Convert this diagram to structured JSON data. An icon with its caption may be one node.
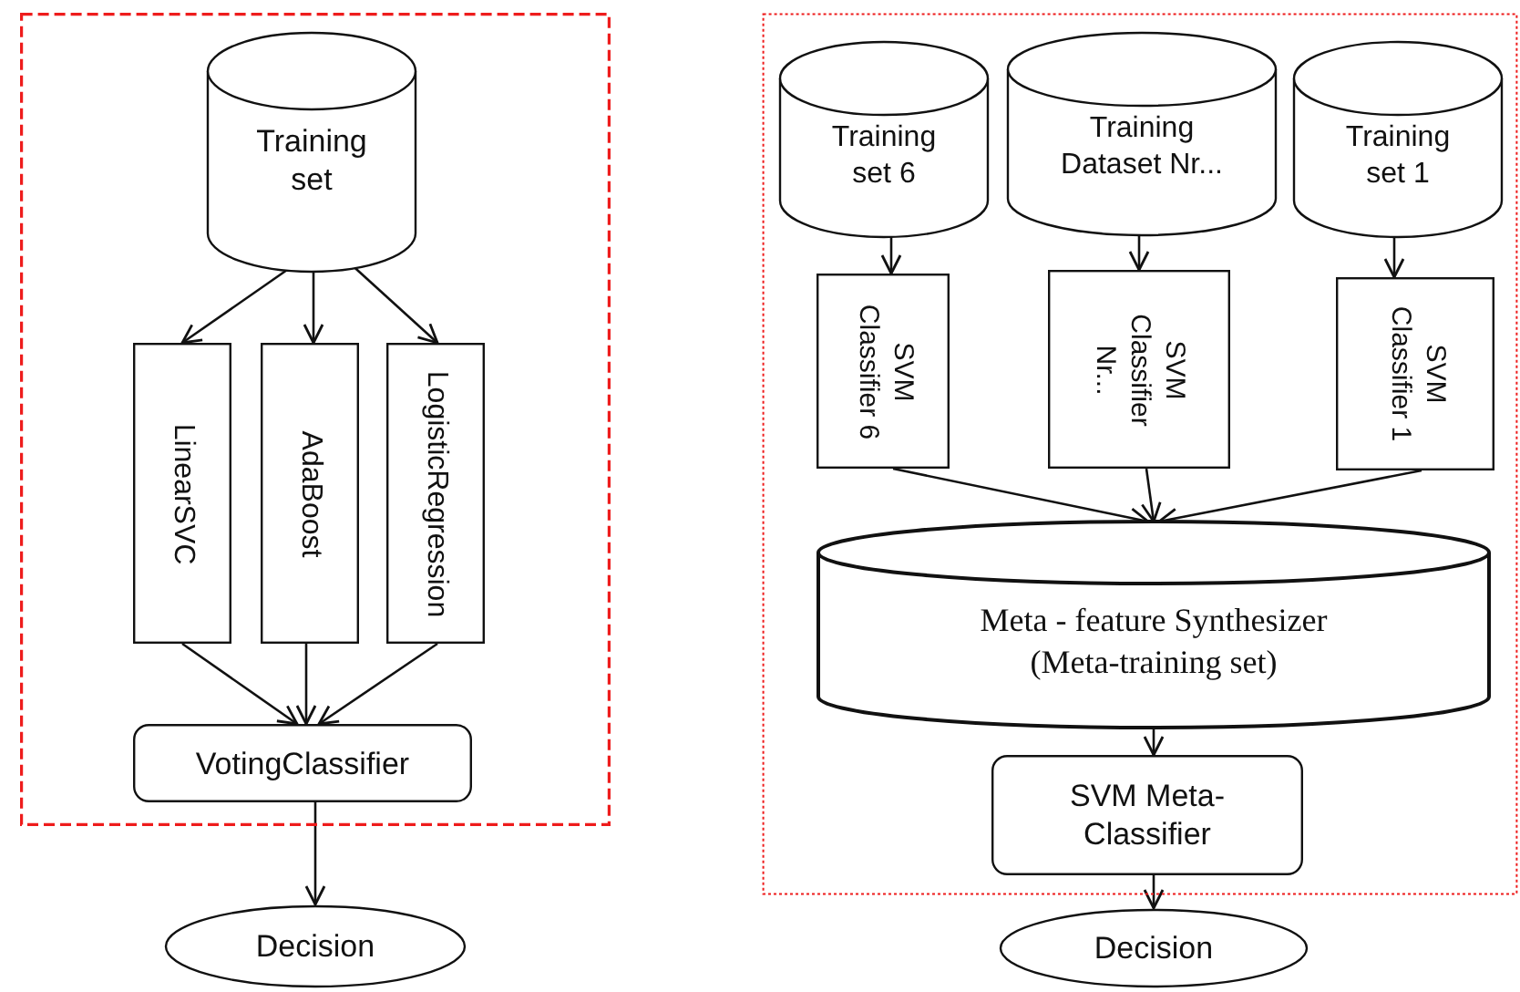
{
  "diagram": {
    "nodes": [
      {
        "text": [],
        "shape": "box"
      },
      {
        "text": [
          "Training set"
        ],
        "in": 0
      },
      {
        "text": [
          "LinearSVC"
        ],
        "in": 0
      },
      {
        "text": [
          "AdaBoost"
        ],
        "in": 0
      },
      {
        "text": [
          "LogisticRegression"
        ],
        "in": 0
      },
      {
        "text": [
          "VotingClassifier"
        ],
        "in": 0
      },
      {
        "text": [
          "Decision"
        ]
      },
      {
        "text": [],
        "shape": "box"
      },
      {
        "text": [
          "Training set 6"
        ],
        "in": 7
      },
      {
        "text": [
          "Training Dataset Nr..."
        ],
        "in": 7
      },
      {
        "text": [
          "Training set 1"
        ],
        "in": 7
      },
      {
        "text": [
          "SVM Classifier 6"
        ],
        "in": 7
      },
      {
        "text": [
          "SVM Classifier Nr..."
        ],
        "in": 7
      },
      {
        "text": [
          "SVM Classifier 1"
        ],
        "in": 7
      },
      {
        "text": [
          "Meta - feature Synthesizer (Meta-training set)"
        ],
        "in": 7
      },
      {
        "text": [
          "SVM Meta-Classifier"
        ],
        "in": 7
      },
      {
        "text": [
          "Decision"
        ]
      }
    ],
    "edges": [
      {
        "from": 1,
        "to": 2,
        "arrow": "to"
      },
      {
        "from": 1,
        "to": 3,
        "arrow": "to"
      },
      {
        "from": 1,
        "to": 4,
        "arrow": "to"
      },
      {
        "from": 2,
        "to": 5,
        "arrow": "to"
      },
      {
        "from": 3,
        "to": 5,
        "arrow": "to"
      },
      {
        "from": 4,
        "to": 5,
        "arrow": "to"
      },
      {
        "from": 5,
        "to": 6,
        "arrow": "to"
      },
      {
        "from": 8,
        "to": 11,
        "arrow": "to"
      },
      {
        "from": 9,
        "to": 12,
        "arrow": "to"
      },
      {
        "from": 10,
        "to": 13,
        "arrow": "to"
      },
      {
        "from": 11,
        "to": 14,
        "arrow": "to"
      },
      {
        "from": 12,
        "to": 14,
        "arrow": "to"
      },
      {
        "from": 13,
        "to": 14,
        "arrow": "to"
      },
      {
        "from": 14,
        "to": 15,
        "arrow": "to"
      },
      {
        "from": 15,
        "to": 16,
        "arrow": "to"
      }
    ]
  }
}
